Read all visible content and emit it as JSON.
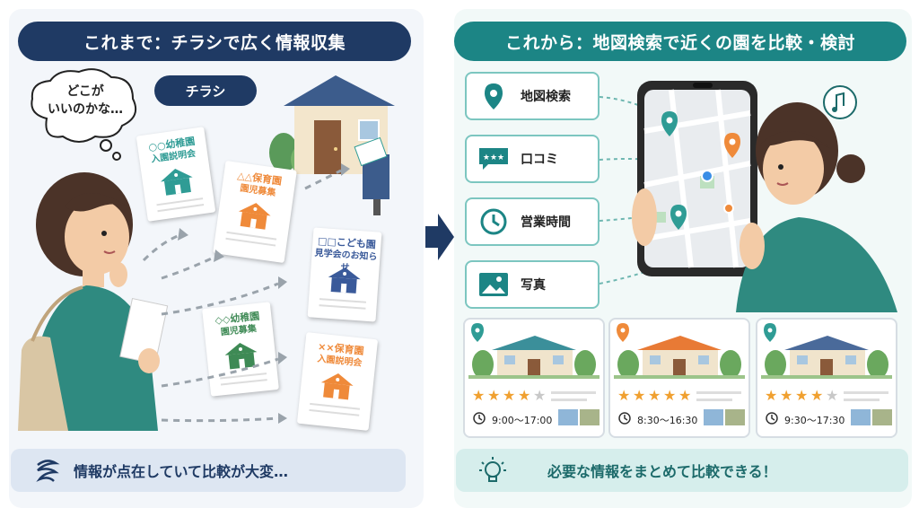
{
  "left_panel": {
    "title": "これまで：チラシで広く情報収集",
    "flyer_tag": "チラシ",
    "thought": "どこが\nいいのかな…",
    "flyers": [
      {
        "line1": "○○幼稚園",
        "line2": "入園説明会",
        "color": "#2f9c95"
      },
      {
        "line1": "△△保育園",
        "line2": "園児募集",
        "color": "#ef8a3a"
      },
      {
        "line1": "□□こども園",
        "line2": "見学会のお知らせ",
        "color": "#3a5a9a"
      },
      {
        "line1": "◇◇幼稚園",
        "line2": "園児募集",
        "color": "#3e8a55"
      },
      {
        "line1": "××保育園",
        "line2": "入園説明会",
        "color": "#ef8a3a"
      }
    ],
    "bottom_message": "情報が点在していて比較が大変…"
  },
  "right_panel": {
    "title": "これから：地図検索で近くの園を比較・検討",
    "features": [
      {
        "label": "地図検索",
        "icon": "map-pin-icon"
      },
      {
        "label": "口コミ",
        "icon": "review-bubble-icon"
      },
      {
        "label": "営業時間",
        "icon": "clock-icon"
      },
      {
        "label": "写真",
        "icon": "photo-icon"
      }
    ],
    "facilities": [
      {
        "hours": "9:00〜17:00",
        "stars": 4,
        "pin_color": "#2f9c95",
        "roof_color": "#3b8f9a"
      },
      {
        "hours": "8:30〜16:30",
        "stars": 5,
        "pin_color": "#ef8a3a",
        "roof_color": "#e87a35"
      },
      {
        "hours": "9:30〜17:30",
        "stars": 4,
        "pin_color": "#2f9c95",
        "roof_color": "#4a6a9a"
      }
    ],
    "bottom_message": "必要な情報をまとめて比較できる！"
  },
  "colors": {
    "navy": "#1f3a64",
    "teal": "#1c8585",
    "orange": "#ef8a3a",
    "star": "#f0a030"
  }
}
